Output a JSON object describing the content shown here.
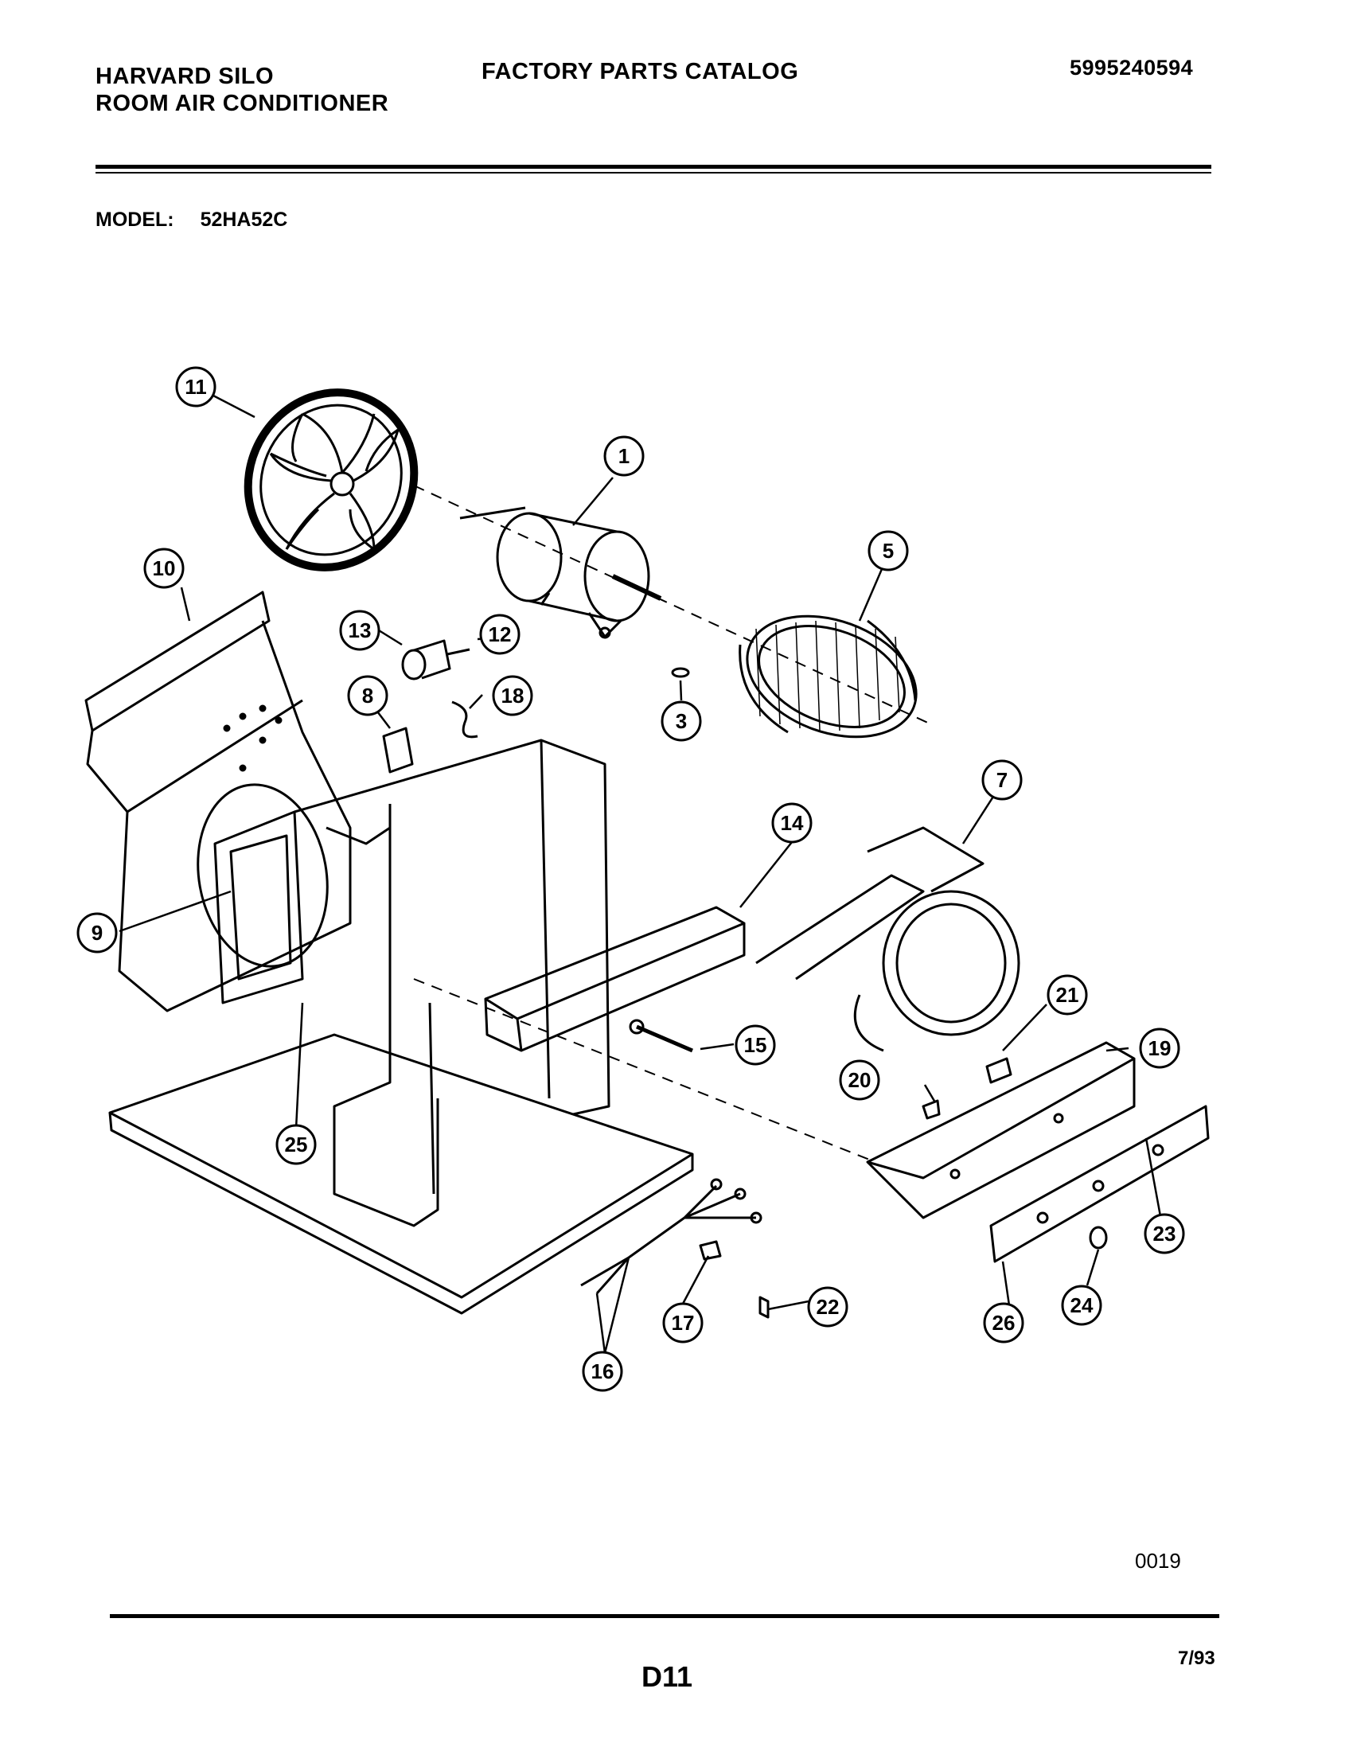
{
  "header": {
    "brand_line1": "HARVARD SILO",
    "brand_line2": "ROOM AIR CONDITIONER",
    "catalog_title": "FACTORY PARTS CATALOG",
    "part_number": "5995240594"
  },
  "model": {
    "label": "MODEL:",
    "value": "52HA52C"
  },
  "callouts": [
    "11",
    "1",
    "5",
    "10",
    "13",
    "12",
    "8",
    "18",
    "3",
    "7",
    "14",
    "9",
    "21",
    "19",
    "15",
    "20",
    "25",
    "23",
    "22",
    "17",
    "24",
    "26",
    "16"
  ],
  "footer": {
    "drawing_code": "0019",
    "page_id": "D11",
    "date": "7/93"
  }
}
